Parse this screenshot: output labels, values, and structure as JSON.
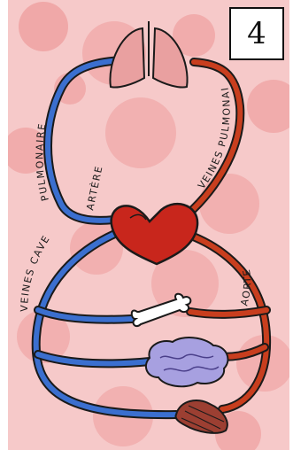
{
  "panel": {
    "number": "4"
  },
  "labels": {
    "pulmonary_artery_part1": "ARTÈRE",
    "pulmonary_artery_part2": "PULMONAIRE",
    "pulmonary_veins": "VEINES PULMONAIRES",
    "vena_cava": "VEINES CAVE",
    "aorta": "AORTE"
  },
  "organs": [
    "lungs-icon",
    "heart-icon",
    "bone-icon",
    "brain-icon",
    "muscle-icon"
  ],
  "colors": {
    "background": "#f6c9c9",
    "blood_spots": "#ee9a9a",
    "venous_blue": "#3b6fcf",
    "arterial_red": "#c83e1e",
    "heart": "#c8261c",
    "lungs": "#e9a0a0",
    "brain": "#a7a0e0",
    "outline": "#1a1a1a"
  }
}
